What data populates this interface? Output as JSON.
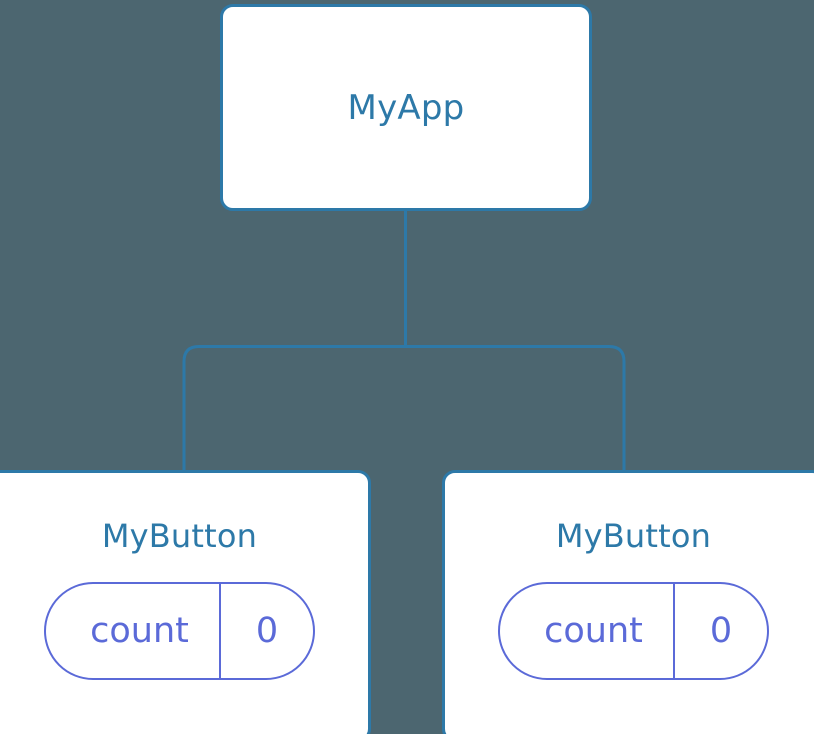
{
  "canvas": {
    "background_color": "#4c6670",
    "edge_color": "#2d79a8",
    "node_border_color": "#2d79a8",
    "node_fill_color": "#ffffff",
    "title_color": "#2d79a8",
    "state_color": "#5b6ad8"
  },
  "tree": {
    "root": {
      "title": "MyApp"
    },
    "children": [
      {
        "title": "MyButton",
        "state": {
          "key": "count",
          "value": "0"
        }
      },
      {
        "title": "MyButton",
        "state": {
          "key": "count",
          "value": "0"
        }
      }
    ]
  }
}
